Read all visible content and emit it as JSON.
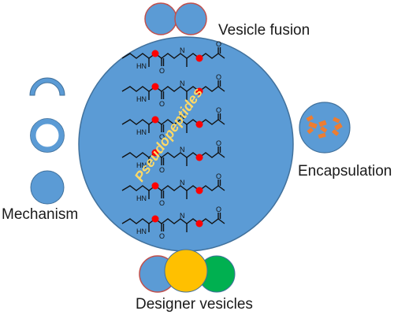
{
  "labels": {
    "vesicle_fusion": "Vesicle fusion",
    "encapsulation": "Encapsulation",
    "mechanism": "Mechanism",
    "designer_vesicles": "Designer vesicles",
    "center_text": "Pseudopeptides"
  },
  "chain": {
    "atom_n": "N",
    "atom_h": "H",
    "atom_o": "O"
  },
  "colors": {
    "vesicle_blue": "#5b9bd5",
    "vesicle_edge": "#41719c",
    "fusion_edge": "#c0504d",
    "designer_yellow": "#ffc000",
    "designer_green": "#00b050",
    "cargo_orange": "#ed7d31",
    "marker_red": "#ff0000",
    "center_text": "#ffd966"
  }
}
